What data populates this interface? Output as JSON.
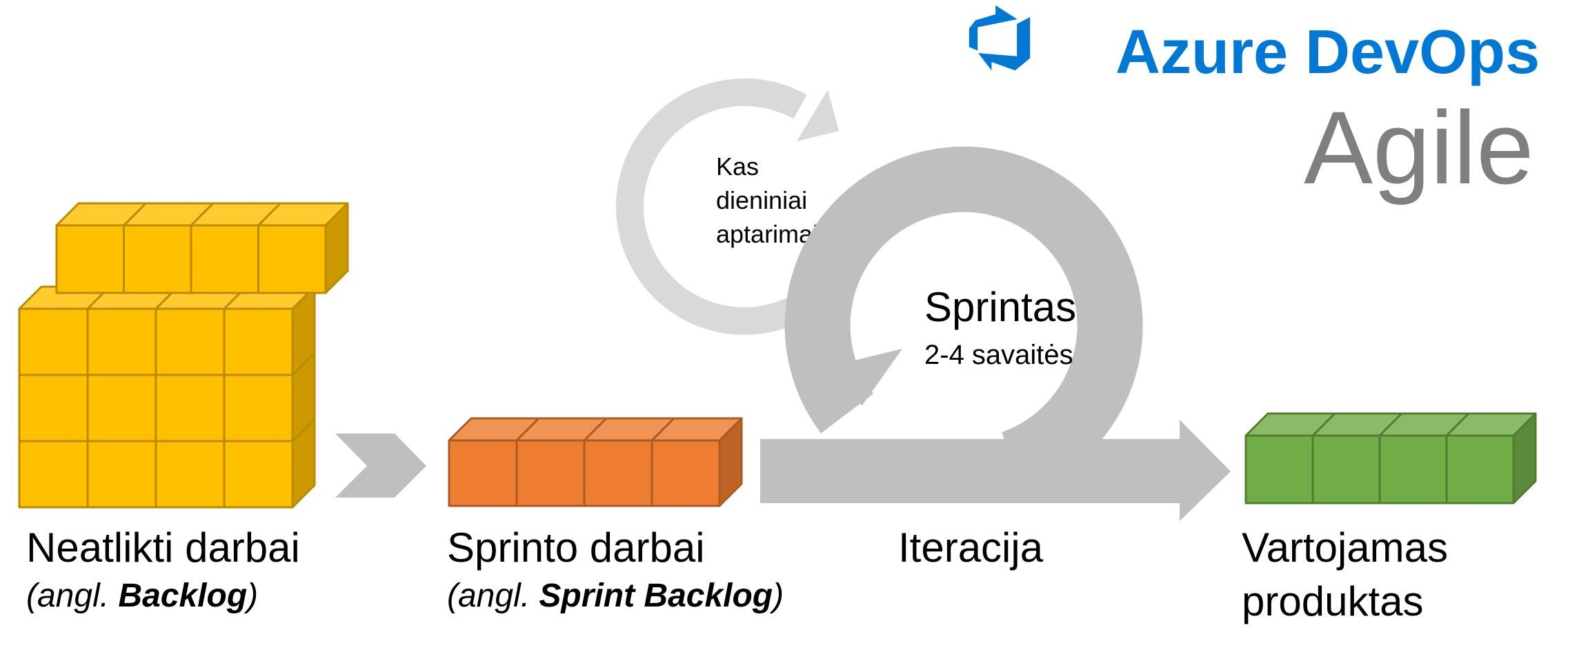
{
  "brand": {
    "name": "Azure DevOps",
    "subtitle": "Agile",
    "logo_icon": "azure-devops-logo-icon",
    "color": "#0078D4",
    "subtitle_color": "#7F7F7F"
  },
  "daily": {
    "lines": [
      "Kas",
      "dieniniai",
      "aptarimai"
    ],
    "color": "#D9D9D9"
  },
  "sprint": {
    "title": "Sprintas",
    "duration": "2-4 savaitės",
    "color": "#BFBFBF"
  },
  "stages": {
    "backlog": {
      "title": "Neatlikti darbai",
      "note_open": "(angl. ",
      "note_bold": "Backlog",
      "note_close": ")",
      "color": "#FFC000"
    },
    "sprint_backlog": {
      "title": "Sprinto darbai",
      "note_open": "(angl. ",
      "note_bold": "Sprint Backlog",
      "note_close": ")",
      "color": "#ED7D31"
    },
    "iteration": {
      "title": "Iteracija"
    },
    "product": {
      "line1": "Vartojamas",
      "line2": "produktas",
      "color": "#70AD47"
    }
  }
}
